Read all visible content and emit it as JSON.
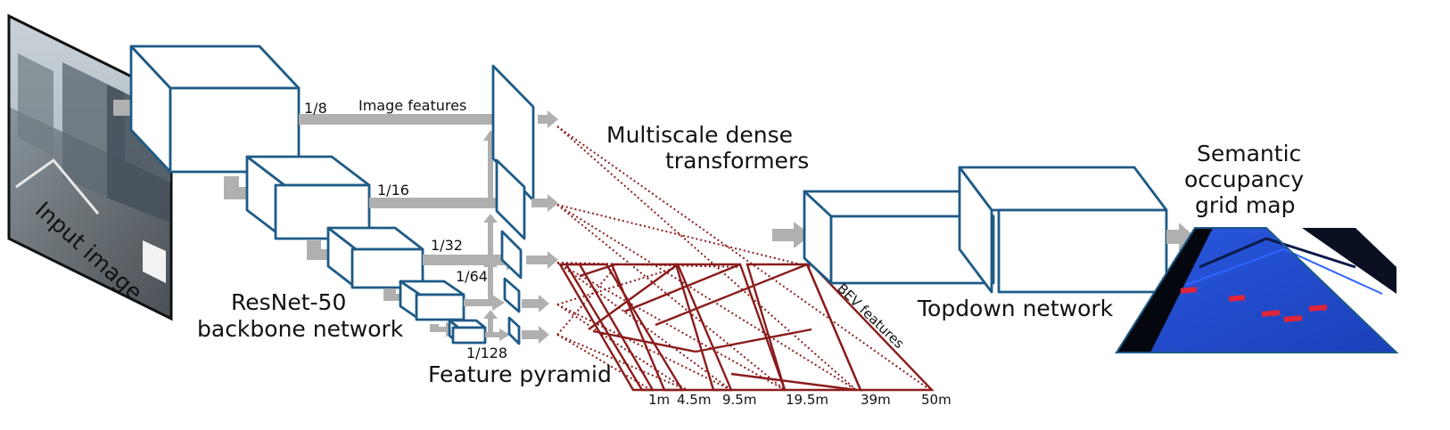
{
  "labels": {
    "input_image": "Input image",
    "image_features": "Image features",
    "scale_8": "1/8",
    "scale_16": "1/16",
    "scale_32": "1/32",
    "scale_64": "1/64",
    "scale_128": "1/128",
    "backbone_line1": "ResNet-50",
    "backbone_line2": "backbone network",
    "feature_pyramid": "Feature pyramid",
    "transformers_line1": "Multiscale dense",
    "transformers_line2": "transformers",
    "bev_features": "BEV features",
    "topdown": "Topdown network",
    "semantic_line1": "Semantic",
    "semantic_line2": "occupancy",
    "semantic_line3": "grid map"
  },
  "distances": [
    "1m",
    "4.5m",
    "9.5m",
    "19.5m",
    "39m",
    "50m"
  ],
  "colors": {
    "box_stroke": "#1e5a86",
    "bev_stroke": "#8b1c1c",
    "arrow": "#b0b0b0",
    "map_blue": "#1f4fd6",
    "map_marks": "#e0243a"
  },
  "icons": {
    "input_photo": "street-scene-photo",
    "output_map": "semantic-occupancy-map"
  }
}
